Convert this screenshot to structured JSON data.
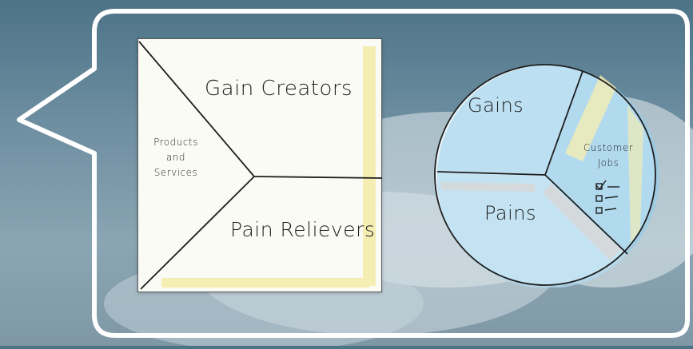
{
  "diagram": {
    "card": {
      "gain_creators": "Gain Creators",
      "products_and_services": [
        "Products",
        "and",
        "Services"
      ],
      "pain_relievers": "Pain Relievers"
    },
    "circle": {
      "gains": "Gains",
      "customer_jobs": [
        "Customer",
        "Jobs"
      ],
      "pains": "Pains"
    }
  },
  "colors": {
    "bubble_border": "#ffffff",
    "circle_fill": "#cfe7f3",
    "circle_blue": "#9fd0ea",
    "highlight_yellow": "#f4eeb2"
  }
}
